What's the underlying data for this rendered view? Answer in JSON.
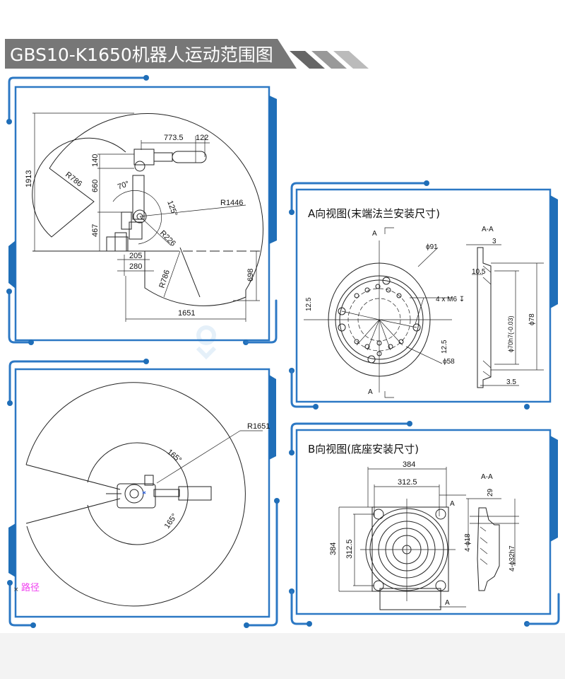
{
  "header": {
    "title": "GBS10-K1650机器人运动范围图"
  },
  "side_view": {
    "dims": {
      "d1913": "1913",
      "d773_5": "773.5",
      "d122": "122",
      "d140": "140",
      "d660": "660",
      "d467": "467",
      "r786a": "R786",
      "r786b": "R786",
      "a70": "70°",
      "a125": "125°",
      "r1446": "R1446",
      "r226": "R226",
      "d205": "205",
      "d280": "280",
      "d698": "698",
      "d1651": "1651"
    }
  },
  "top_view": {
    "dims": {
      "r1651": "R1651",
      "a165a": "165°",
      "a165b": "165°"
    },
    "path_label": "路径",
    "marker": "×"
  },
  "flange_view": {
    "title": "A向视图(末端法兰安装尺寸)",
    "dims": {
      "sec_a_top": "A",
      "sec_a_bottom": "A",
      "section": "A-A",
      "d3": "3",
      "d91": "ϕ91",
      "d10_5": "10.5",
      "m6": "4 x M6 ↧",
      "d12_5a": "12.5",
      "d12_5b": "12.5",
      "d58": "ϕ58",
      "d70": "ϕ70h7(-0.03)",
      "d78": "ϕ78",
      "d3_5": "3.5"
    }
  },
  "base_view": {
    "title": "B向视图(底座安装尺寸)",
    "dims": {
      "w384": "384",
      "w312_5": "312.5",
      "h384": "384",
      "h312_5": "312.5",
      "section": "A-A",
      "sec_a_top": "A",
      "sec_a_bottom": "A",
      "d29": "29",
      "d18": "4-ϕ18",
      "d32": "4-ϕ32h7"
    }
  },
  "colors": {
    "accent": "#2c78c4",
    "title_bg": "#777777"
  }
}
